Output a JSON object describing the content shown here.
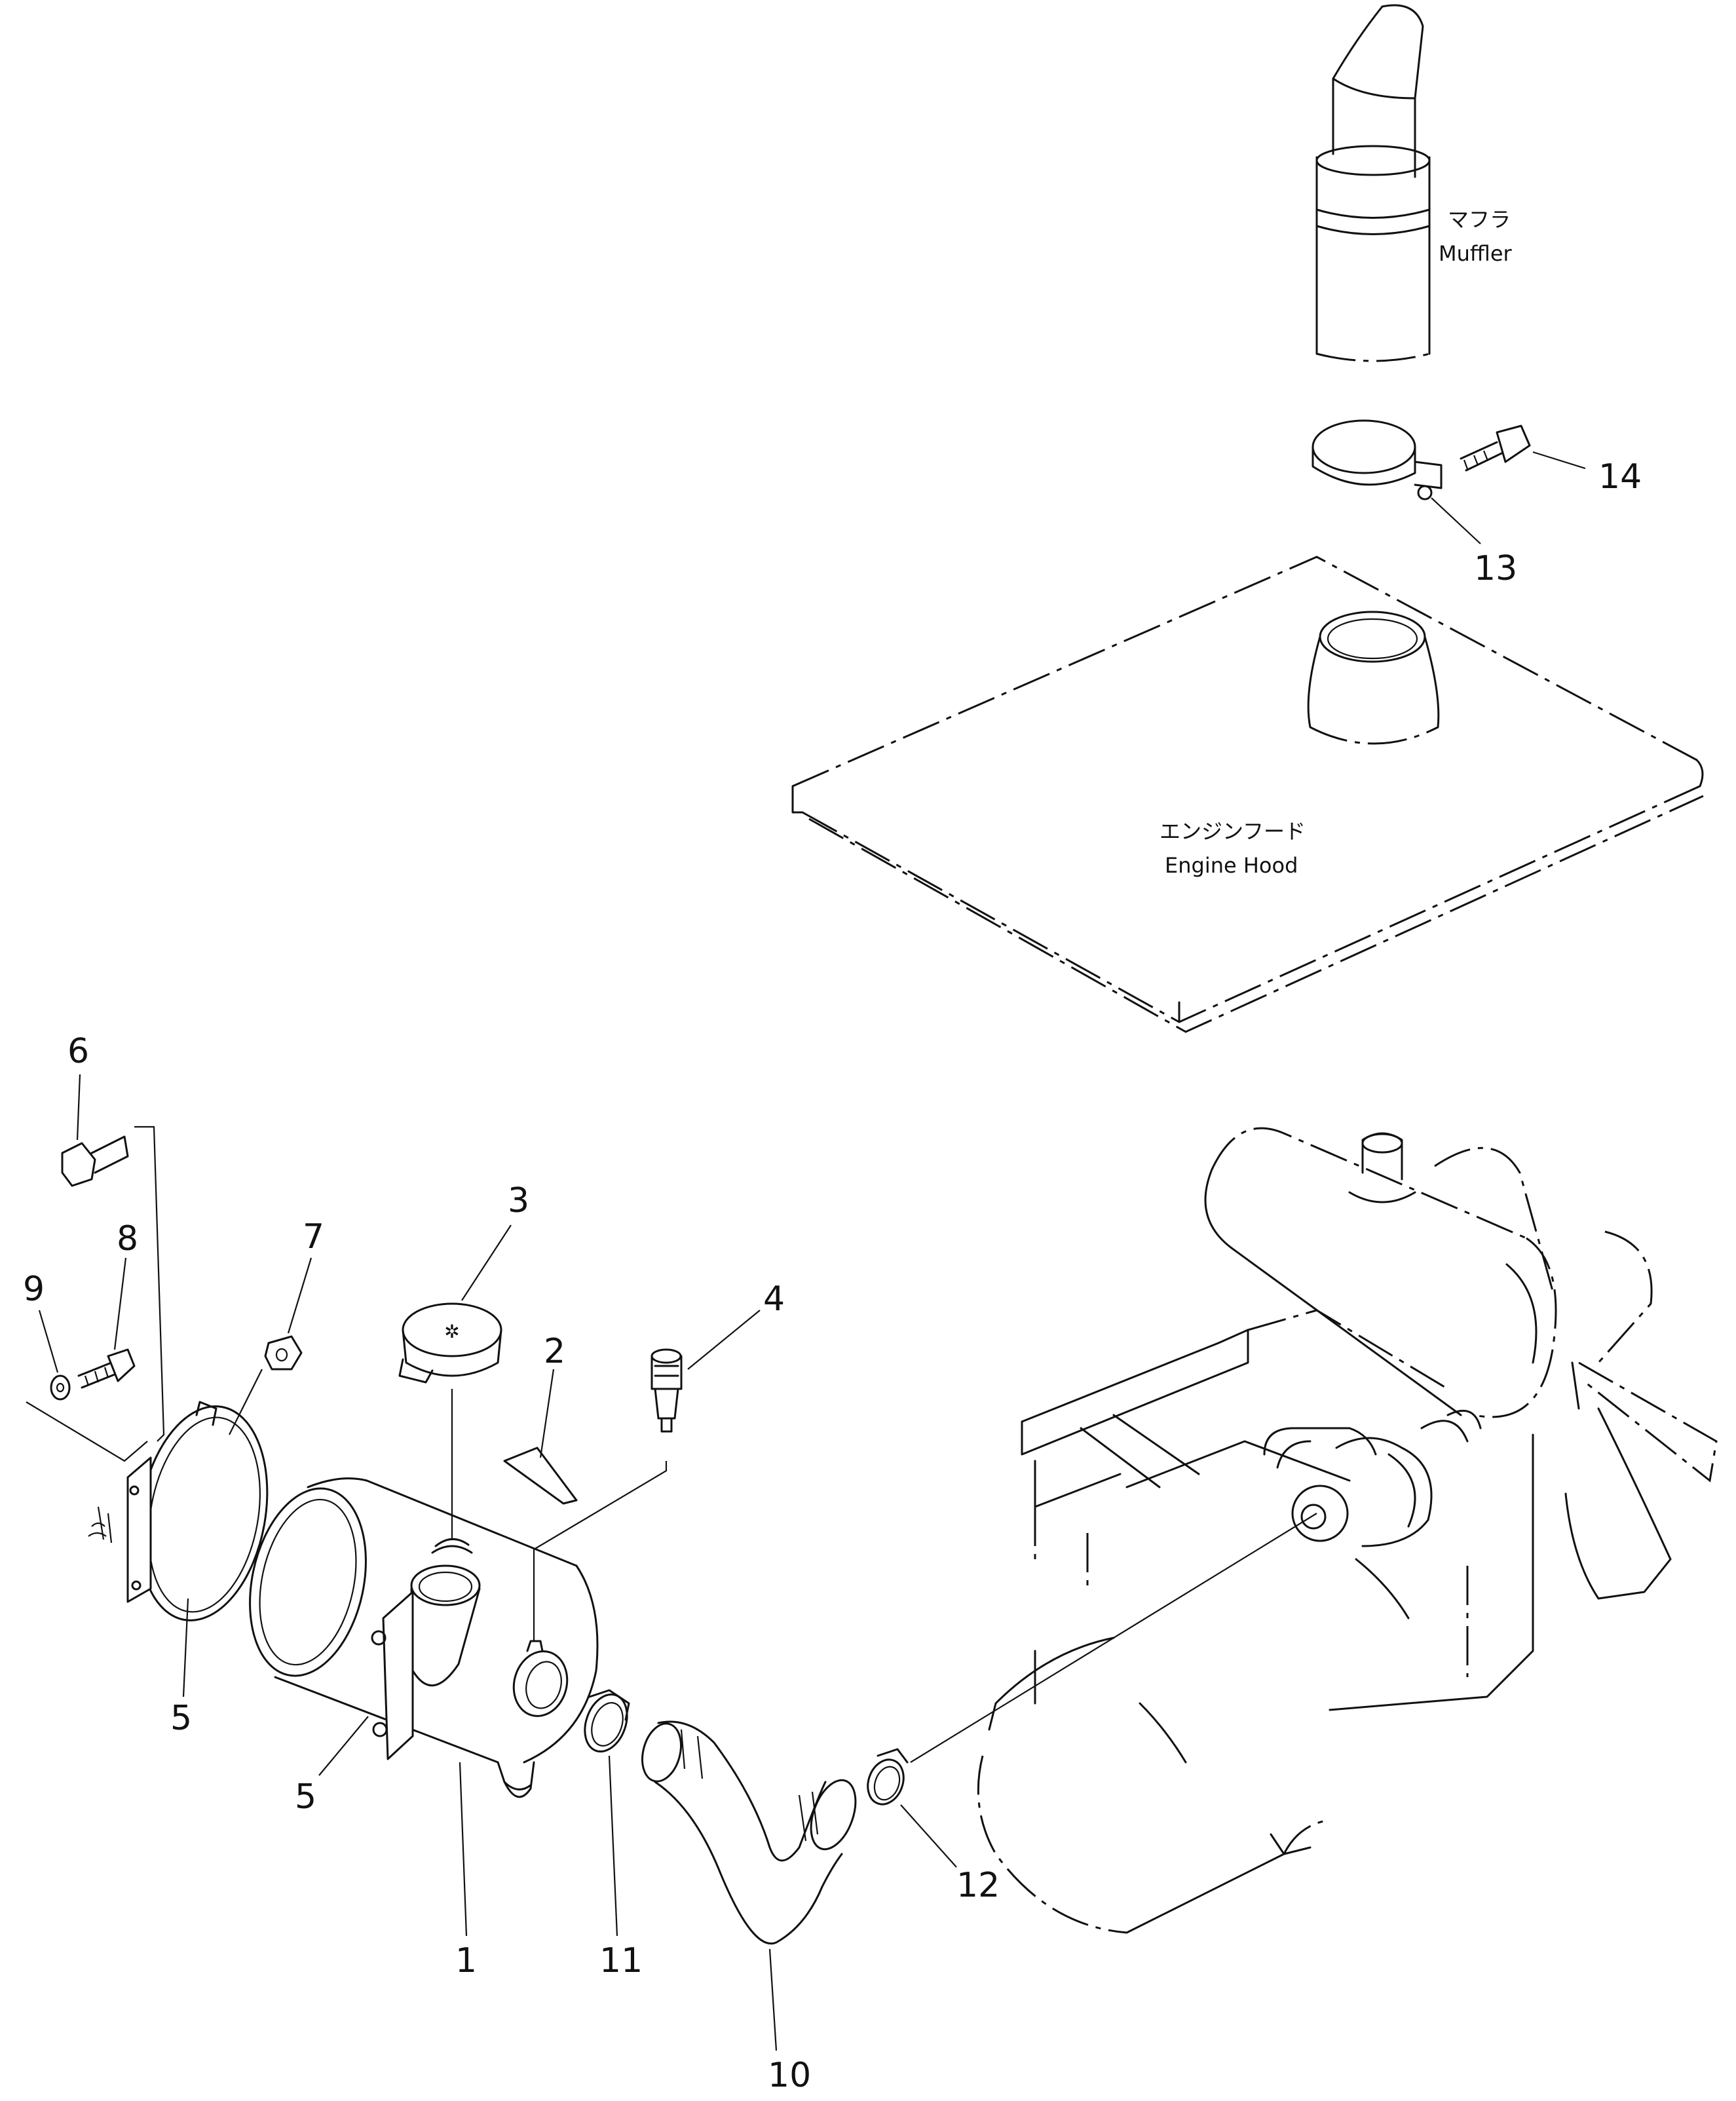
{
  "labels": {
    "muffler_jp": "マフラ",
    "muffler_en": "Muffler",
    "hood_jp": "エンジンフード",
    "hood_en": "Engine Hood"
  },
  "callouts": {
    "p1": "1",
    "p2": "2",
    "p3": "3",
    "p4": "4",
    "p5a": "5",
    "p5b": "5",
    "p6": "6",
    "p7": "7",
    "p8": "8",
    "p9": "9",
    "p10": "10",
    "p11": "11",
    "p12": "12",
    "p13": "13",
    "p14": "14"
  },
  "icons": {
    "cap_symbol": "snowflake-glyph"
  }
}
